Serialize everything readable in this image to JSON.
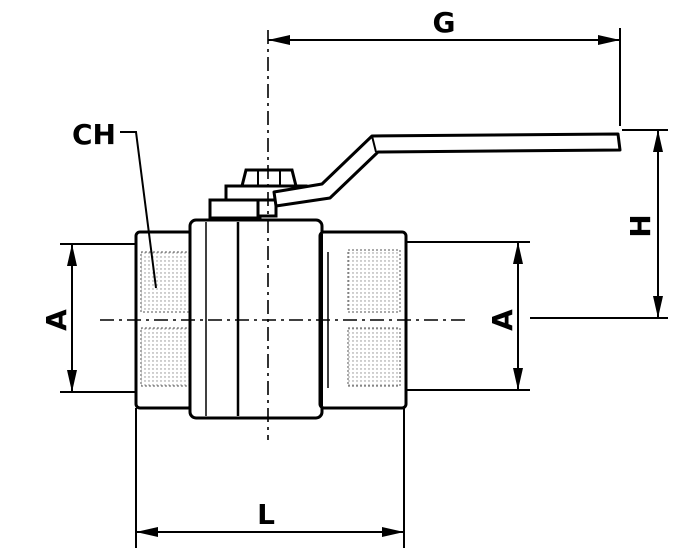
{
  "labels": {
    "g": "G",
    "h": "H",
    "a_left": "A",
    "a_right": "A",
    "l": "L",
    "ch": "CH"
  },
  "colors": {
    "ink": "#000000",
    "paper": "#ffffff",
    "hatch": "#8a8a8a"
  }
}
